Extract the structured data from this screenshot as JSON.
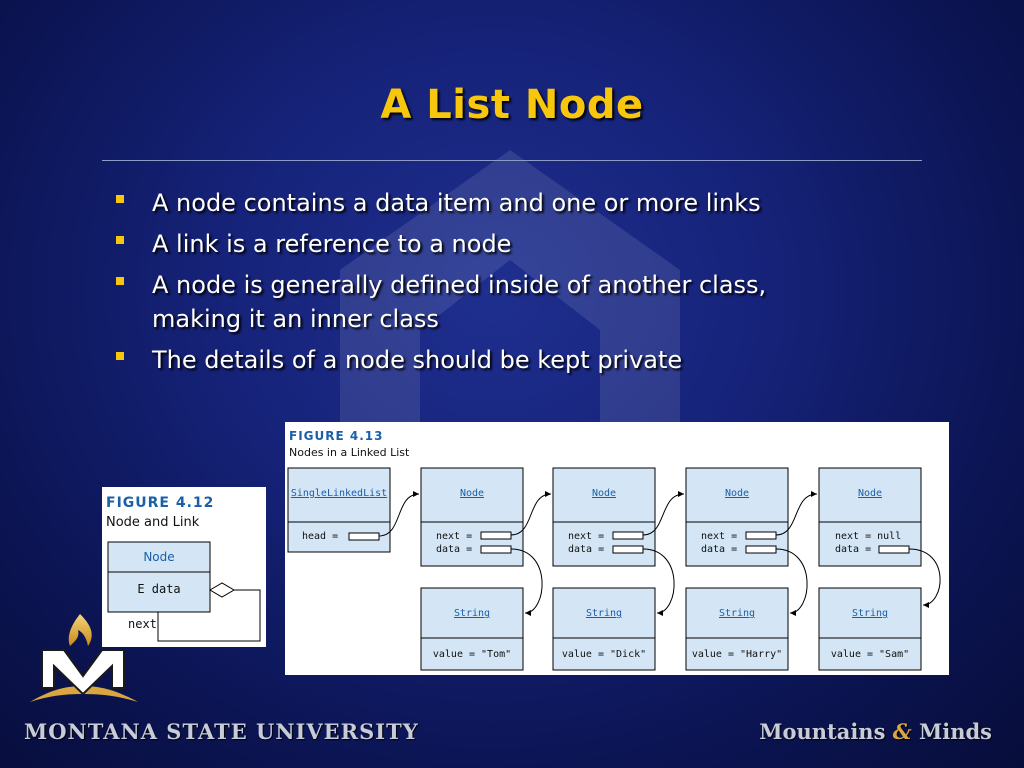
{
  "slide": {
    "title": "A List Node",
    "bullets": [
      "A node contains a data item and one or more links",
      "A link is a reference to a node",
      "A node is generally defined inside of another class, making it an inner class",
      "The details of a node should be kept private"
    ]
  },
  "figure_4_12": {
    "label": "FIGURE 4.12",
    "caption": "Node and Link",
    "class_name": "Node",
    "field": "E data",
    "link_label": "next"
  },
  "figure_4_13": {
    "label": "FIGURE 4.13",
    "caption": "Nodes in a Linked List",
    "list_class": "SingleLinkedList",
    "head_label": "head =",
    "nodes": [
      {
        "title": "Node",
        "next": "next =",
        "data": "data ="
      },
      {
        "title": "Node",
        "next": "next =",
        "data": "data ="
      },
      {
        "title": "Node",
        "next": "next =",
        "data": "data ="
      },
      {
        "title": "Node",
        "next": "next = null",
        "data": "data ="
      }
    ],
    "strings": [
      {
        "title": "String",
        "value": "value = \"Tom\""
      },
      {
        "title": "String",
        "value": "value = \"Dick\""
      },
      {
        "title": "String",
        "value": "value = \"Harry\""
      },
      {
        "title": "String",
        "value": "value = \"Sam\""
      }
    ]
  },
  "footer": {
    "university": "MONTANA STATE UNIVERSITY",
    "tagline_left": "Mountains",
    "tagline_amp": "&",
    "tagline_right": "Minds",
    "logo_letter": "M"
  },
  "colors": {
    "title": "#f7c70e",
    "bullet_marker": "#f7c70e",
    "diagram_box_fill": "#d4e6f5",
    "diagram_link": "#1a5fa8"
  }
}
